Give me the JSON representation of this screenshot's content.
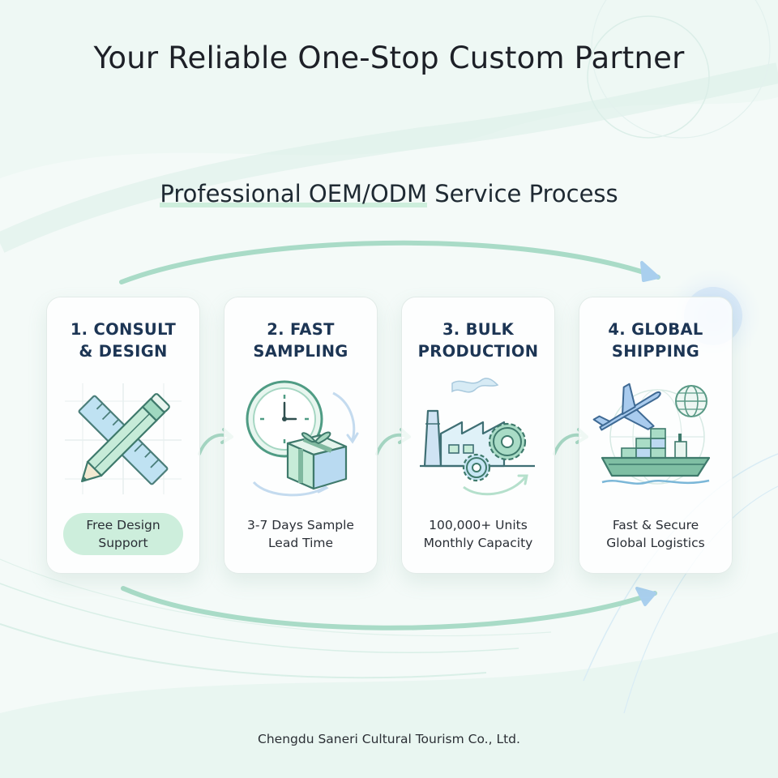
{
  "header": {
    "title": "Your Reliable One-Stop Custom Partner",
    "subtitle_highlight": "Professional OEM/ODM",
    "subtitle_rest": " Service Process"
  },
  "steps": [
    {
      "title_line1": "1. CONSULT",
      "title_line2": "& DESIGN",
      "desc_line1": "Free Design",
      "desc_line2": "Support",
      "icon": "pencil-ruler-icon"
    },
    {
      "title_line1": "2. FAST",
      "title_line2": "SAMPLING",
      "desc_line1": "3-7 Days Sample",
      "desc_line2": "Lead Time",
      "icon": "clock-box-icon"
    },
    {
      "title_line1": "3. BULK",
      "title_line2": "PRODUCTION",
      "desc_line1": "100,000+ Units",
      "desc_line2": "Monthly Capacity",
      "icon": "factory-gears-icon"
    },
    {
      "title_line1": "4. GLOBAL",
      "title_line2": "SHIPPING",
      "desc_line1": "Fast & Secure",
      "desc_line2": "Global Logistics",
      "icon": "plane-ship-icon"
    }
  ],
  "footer": {
    "company": "Chengdu Saneri Cultural Tourism Co., Ltd."
  },
  "colors": {
    "accent_green": "#cdeedc",
    "title_navy": "#1c3554",
    "icon_green": "#5aa98a",
    "icon_blue": "#aecfee"
  }
}
